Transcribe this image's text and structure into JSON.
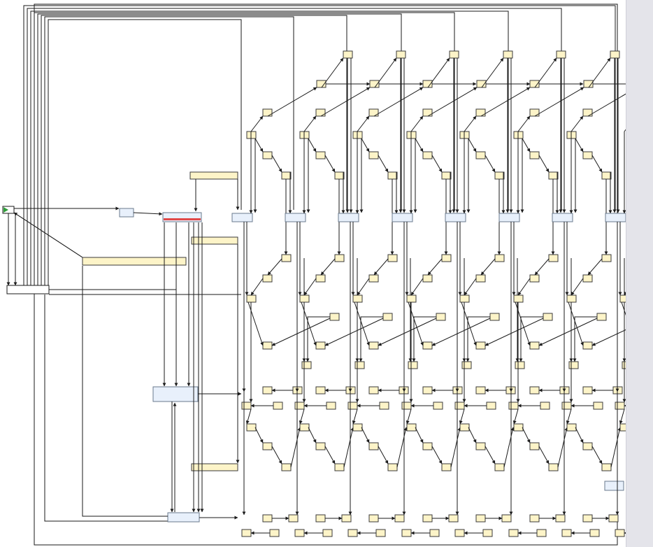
{
  "diagram": {
    "kind": "block-network",
    "labels": [],
    "colors": {
      "node_fill": "#fdf4c8",
      "node_border": "#3a3a3a",
      "hub_fill": "#e8f0fb",
      "hub_border": "#6a7a8c",
      "start_fill": "#2f9e3a",
      "highlight": "#e04848",
      "edge": "#1a1a1a",
      "side_panel": "#e4e4ea"
    },
    "columns": 8,
    "nodes_per_column_section": 6,
    "icons": [
      "start-arrow-icon"
    ]
  }
}
